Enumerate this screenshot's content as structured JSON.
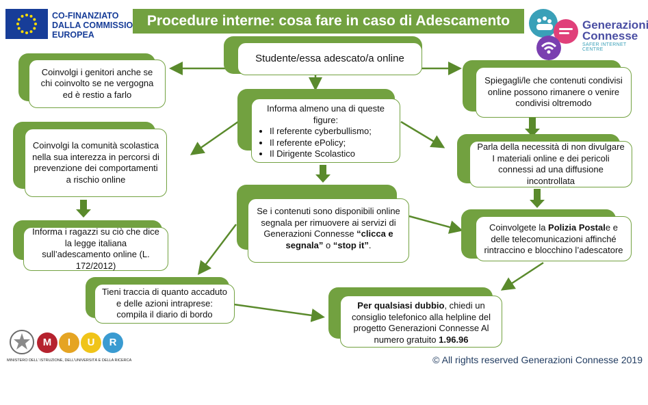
{
  "header": {
    "eu_text_lines": [
      "CO-FINANZIATO",
      "DALLA COMMISSIONE",
      "EUROPEA"
    ],
    "title": "Procedure interne: cosa fare in caso di Adescamento Online?",
    "logo_line1": "Generazioni",
    "logo_line2": "Connesse",
    "logo_tagline": "SAFER INTERNET CENTRE"
  },
  "nodes": {
    "start": "Studente/essa adescato/a online",
    "genitori": "Coinvolgi i genitori anche se chi coinvolto se ne vergogna ed è restio a farlo",
    "spiegagli": "Spiegagli/le che contenuti condivisi online possono rimanere o venire condivisi oltremodo",
    "informa_title": "Informa almeno una di queste figure:",
    "informa_items": [
      "Il referente cyberbullismo;",
      "Il referente ePolicy;",
      "Il Dirigente Scolastico"
    ],
    "comunita": "Coinvolgi la comunità scolastica nella sua interezza in percorsi di prevenzione dei comportamenti a rischio online",
    "parla": "Parla della necessità di non divulgare I materiali online e dei pericoli connessi ad una diffusione incontrollata",
    "ragazzi": "Informa i ragazzi su ciò che dice la legge italiana sull’adescamento online (L. 172/2012)",
    "contenuti_a": "Se i contenuti sono disponibili online segnala per rimuovere ai servizi di  Generazioni Connesse ",
    "contenuti_b": "“clicca e segnala”",
    "contenuti_c": " o ",
    "contenuti_d": "“stop it”",
    "contenuti_e": ".",
    "polizia_a": "Coinvolgete la ",
    "polizia_b": "Polizia Postal",
    "polizia_c": "e e delle telecomunicazioni affinché rintraccino e blocchino l’adescatore",
    "traccia": "Tieni traccia di quanto accaduto e delle azioni intraprese: compila il diario di bordo",
    "dubbio_a": "Per qualsiasi dubbio",
    "dubbio_b": ", chiedi un consiglio telefonico alla helpline  del progetto Generazioni Connesse Al numero gratuito ",
    "dubbio_c": "1.96.96"
  },
  "footer": {
    "copyright": "© All rights reserved Generazioni Connesse  2019",
    "miur_letters": [
      "M",
      "I",
      "U",
      "R"
    ],
    "miur_caption": "MINISTERO DELL’ ISTRUZIONE, DELL’UNIVERSITÀ E DELLA RICERCA"
  },
  "colors": {
    "accent_green": "#72a140",
    "arrow_green": "#5a8a2c",
    "eu_blue": "#173d98",
    "logo_purple": "#4a4ea3",
    "logo_teal": "#3aa0b8",
    "logo_pink": "#e0407a",
    "logo_violet": "#7a3fb0"
  }
}
